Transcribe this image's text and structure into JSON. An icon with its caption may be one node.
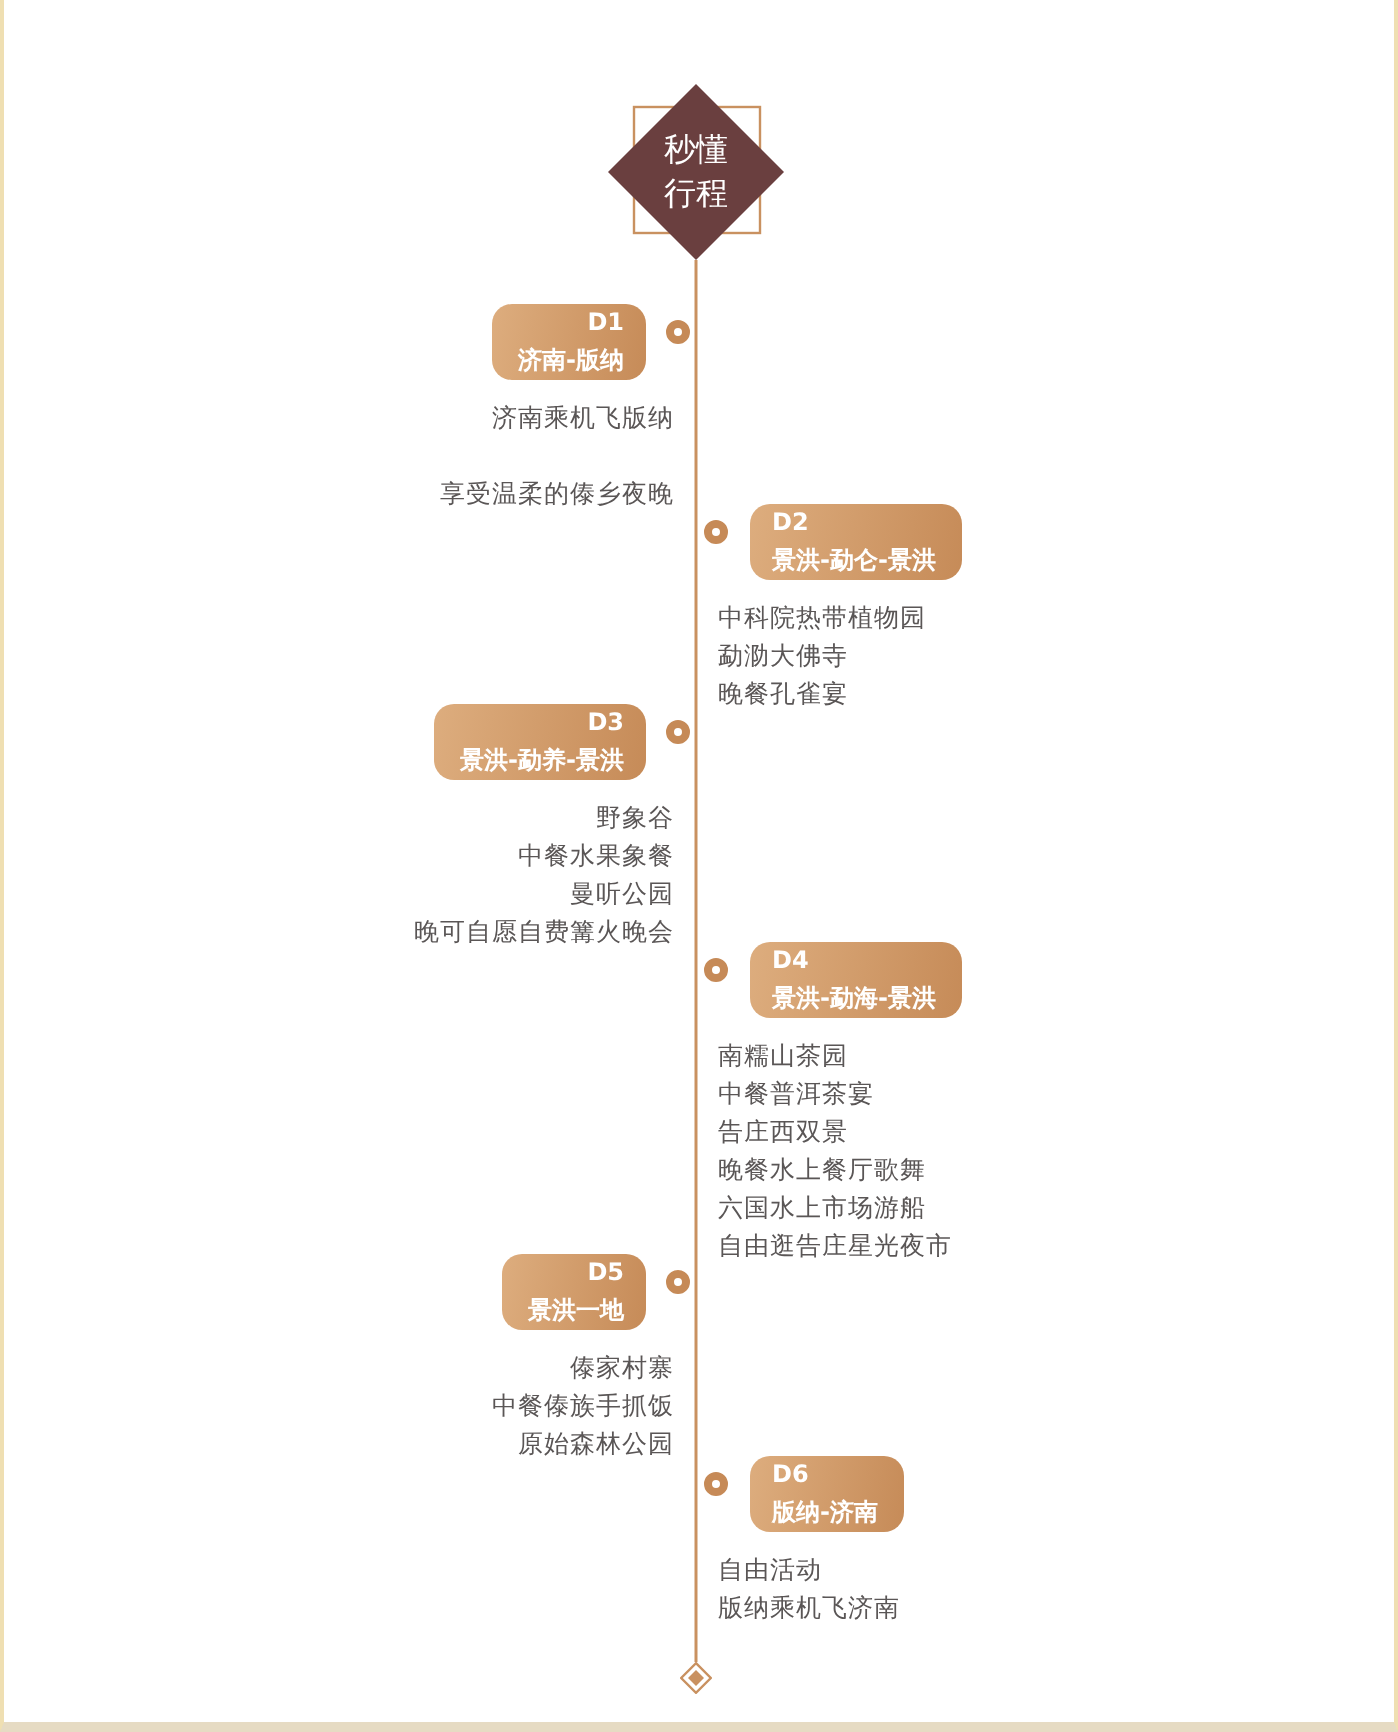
{
  "diagram": {
    "nodes": [
      {
        "text": [
          "秒懂行程"
        ]
      },
      {
        "text": [
          "D1",
          "济南-版纳"
        ],
        "beside": [
          "济南乘机飞版纳",
          "享受温柔的傣乡夜晚"
        ]
      },
      {
        "text": [
          "D2",
          "景洪-勐仑-景洪"
        ],
        "beside": [
          "中科院热带植物园",
          "勐泐大佛寺",
          "晚餐孔雀宴"
        ]
      },
      {
        "text": [
          "D3",
          "景洪-勐养-景洪"
        ],
        "beside": [
          "野象谷",
          "中餐水果象餐",
          "曼听公园",
          "晚可自愿自费篝火晚会"
        ]
      },
      {
        "text": [
          "D4",
          "景洪-勐海-景洪"
        ],
        "beside": [
          "南糯山茶园",
          "中餐普洱茶宴",
          "告庄西双景",
          "晚餐水上餐厅歌舞",
          "六国水上市场游船",
          "自由逛告庄星光夜市"
        ]
      },
      {
        "text": [
          "D5",
          "景洪一地"
        ],
        "beside": [
          "傣家村寨",
          "中餐傣族手抓饭",
          "原始森林公园"
        ]
      },
      {
        "text": [
          "D6",
          "版纳-济南"
        ],
        "beside": [
          "自由活动",
          "版纳乘机飞济南"
        ]
      },
      {
        "text": [],
        "shape": "diamond"
      }
    ],
    "edges": [
      {
        "from": 0,
        "to": 7,
        "arrow": "none"
      }
    ]
  }
}
